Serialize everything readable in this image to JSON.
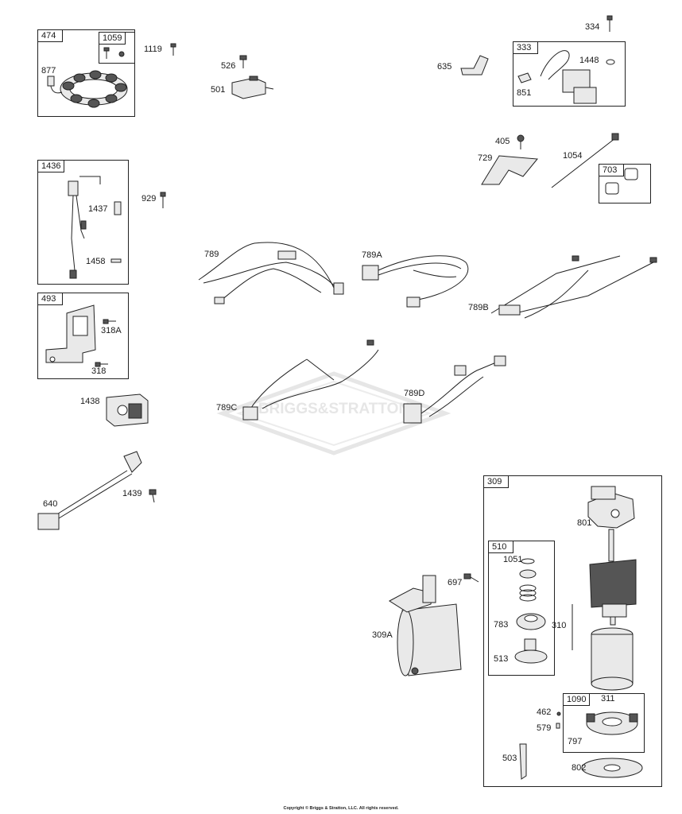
{
  "watermark": "BRIGGS&STRATTON",
  "copyright": "Copyright © Briggs & Stratton, LLC. All rights reserved.",
  "boxes": {
    "b474": "474",
    "b1059": "1059",
    "b333": "333",
    "b703": "703",
    "b1436": "1436",
    "b493": "493",
    "b309": "309",
    "b510": "510",
    "b1090": "1090"
  },
  "parts": {
    "p877": "877",
    "p1119": "1119",
    "p526": "526",
    "p501": "501",
    "p635": "635",
    "p334": "334",
    "p1448": "1448",
    "p851": "851",
    "p405": "405",
    "p729": "729",
    "p1054": "1054",
    "p929": "929",
    "p1437": "1437",
    "p1458": "1458",
    "p789": "789",
    "p789A": "789A",
    "p789B": "789B",
    "p789C": "789C",
    "p789D": "789D",
    "p318A": "318A",
    "p318": "318",
    "p1438": "1438",
    "p640": "640",
    "p1439": "1439",
    "p801": "801",
    "p697": "697",
    "p1051": "1051",
    "p309A": "309A",
    "p310": "310",
    "p783": "783",
    "p513": "513",
    "p311": "311",
    "p462": "462",
    "p579": "579",
    "p797": "797",
    "p503": "503",
    "p802": "802"
  }
}
